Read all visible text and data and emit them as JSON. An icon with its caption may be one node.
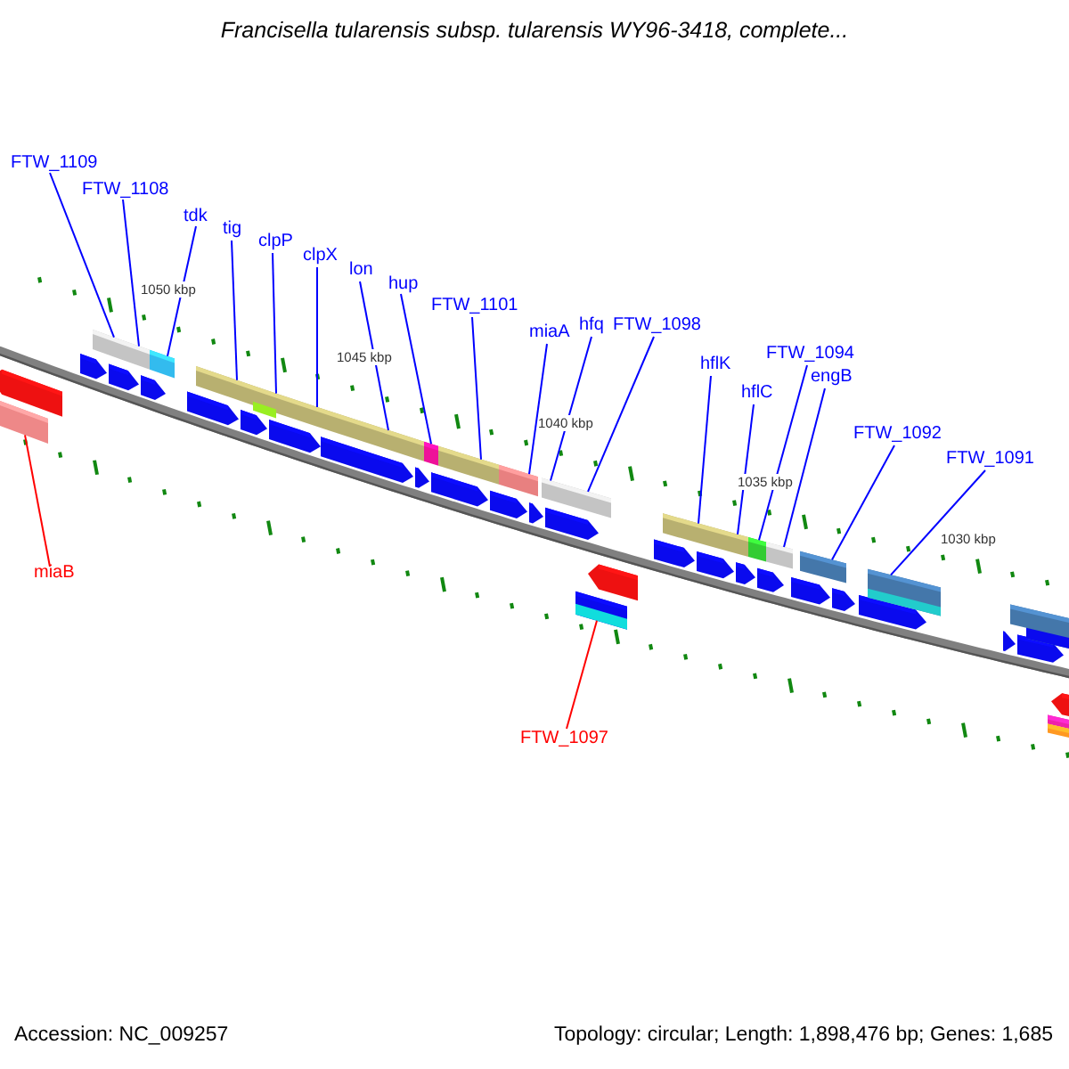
{
  "diagram": {
    "title": "Francisella tularensis subsp. tularensis WY96-3418, complete...",
    "nodes": [
      {
        "text": [
          "FTW_1109"
        ]
      },
      {
        "text": [
          "FTW_1108"
        ]
      },
      {
        "text": [
          "tdk"
        ]
      },
      {
        "text": [
          "tig"
        ]
      },
      {
        "text": [
          "clpP"
        ]
      },
      {
        "text": [
          "clpX"
        ]
      },
      {
        "text": [
          "lon"
        ]
      },
      {
        "text": [
          "hup"
        ]
      },
      {
        "text": [
          "FTW_1101"
        ]
      },
      {
        "text": [
          "miaA"
        ]
      },
      {
        "text": [
          "hfq"
        ]
      },
      {
        "text": [
          "FTW_1098"
        ]
      },
      {
        "text": [
          "hflK"
        ]
      },
      {
        "text": [
          "hflC"
        ]
      },
      {
        "text": [
          "FTW_1094"
        ]
      },
      {
        "text": [
          "engB"
        ]
      },
      {
        "text": [
          "FTW_1092"
        ]
      },
      {
        "text": [
          "FTW_1091"
        ]
      },
      {
        "text": [
          "miaB"
        ]
      },
      {
        "text": [
          "FTW_1097"
        ]
      },
      {
        "text": [],
        "shape": "bar"
      },
      {
        "text": [],
        "shape": "bar"
      },
      {
        "text": [],
        "shape": "bar"
      },
      {
        "text": [],
        "shape": "bar"
      },
      {
        "text": [],
        "shape": "bar"
      },
      {
        "text": [],
        "shape": "bar"
      },
      {
        "text": [],
        "shape": "bar"
      },
      {
        "text": [],
        "shape": "bar"
      },
      {
        "text": [],
        "shape": "bar"
      },
      {
        "text": [],
        "shape": "bar"
      },
      {
        "text": [],
        "shape": "bar"
      },
      {
        "text": [],
        "shape": "bar"
      },
      {
        "text": [],
        "shape": "bar"
      },
      {
        "text": [],
        "shape": "bar"
      },
      {
        "text": [],
        "shape": "bar"
      },
      {
        "text": [],
        "shape": "bar"
      },
      {
        "text": [],
        "shape": "bar"
      },
      {
        "text": [],
        "shape": "bar"
      },
      {
        "text": [],
        "shape": "bar"
      },
      {
        "text": [],
        "shape": "bar"
      },
      {
        "text": [],
        "shape": "bar"
      }
    ],
    "edges": [
      {
        "from": 0,
        "to": 20,
        "arrow": "none"
      },
      {
        "from": 1,
        "to": 21,
        "arrow": "none"
      },
      {
        "from": 2,
        "to": 22,
        "arrow": "none"
      },
      {
        "from": 3,
        "to": 23,
        "arrow": "none"
      },
      {
        "from": 4,
        "to": 24,
        "arrow": "none"
      },
      {
        "from": 5,
        "to": 25,
        "arrow": "none"
      },
      {
        "from": 6,
        "to": 26,
        "arrow": "none"
      },
      {
        "from": 7,
        "to": 27,
        "arrow": "none"
      },
      {
        "from": 8,
        "to": 28,
        "arrow": "none"
      },
      {
        "from": 9,
        "to": 29,
        "arrow": "none"
      },
      {
        "from": 10,
        "to": 30,
        "arrow": "none"
      },
      {
        "from": 11,
        "to": 31,
        "arrow": "none"
      },
      {
        "from": 12,
        "to": 32,
        "arrow": "none"
      },
      {
        "from": 13,
        "to": 33,
        "arrow": "none"
      },
      {
        "from": 14,
        "to": 34,
        "arrow": "none"
      },
      {
        "from": 15,
        "to": 35,
        "arrow": "none"
      },
      {
        "from": 16,
        "to": 36,
        "arrow": "none"
      },
      {
        "from": 17,
        "to": 37,
        "arrow": "none"
      },
      {
        "from": 18,
        "to": 38,
        "arrow": "none",
        "color": "#ff0000"
      },
      {
        "from": 19,
        "to": 39,
        "arrow": "none",
        "color": "#ff0000"
      }
    ],
    "labels": [
      "1050 kbp",
      "1045 kbp",
      "1040 kbp",
      "1035 kbp",
      "1030 kbp",
      "Accession: NC_009257",
      "Topology: circular; Length: 1,898,476 bp; Genes: 1,685"
    ]
  }
}
